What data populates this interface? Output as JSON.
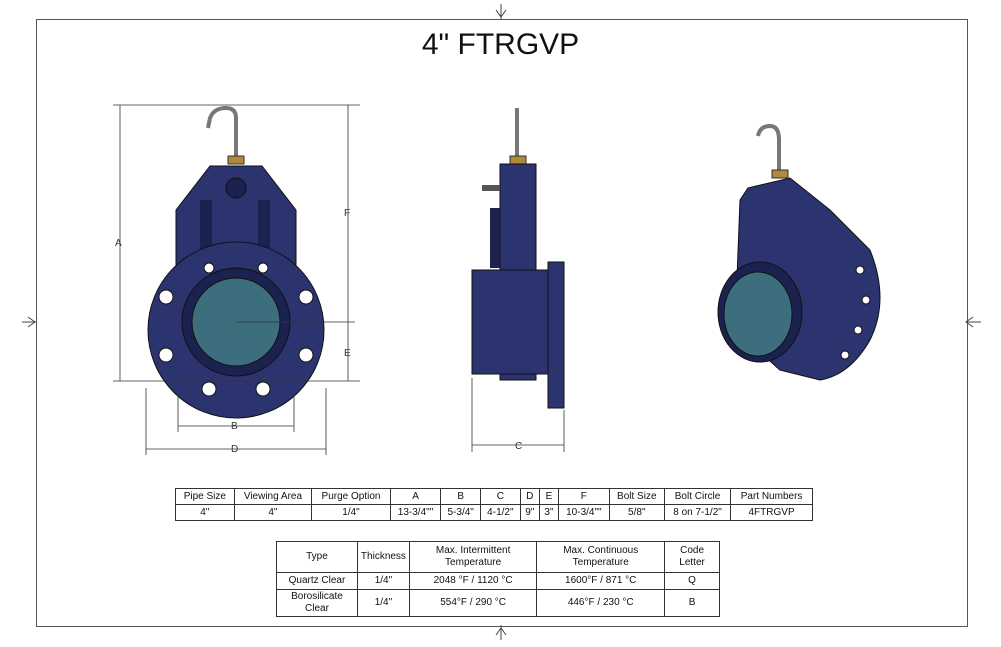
{
  "title": "4\" FTRGVP",
  "dimension_labels": {
    "A": "A",
    "B": "B",
    "C": "C",
    "D": "D",
    "E": "E",
    "F": "F"
  },
  "table1": {
    "headers": [
      "Pipe Size",
      "Viewing Area",
      "Purge Option",
      "A",
      "B",
      "C",
      "D",
      "E",
      "F",
      "Bolt Size",
      "Bolt Circle",
      "Part Numbers"
    ],
    "row": [
      "4\"",
      "4\"",
      "1/4\"",
      "13-3/4\"\"",
      "5-3/4\"",
      "4-1/2\"",
      "9\"",
      "3\"",
      "10-3/4\"\"",
      "5/8\"",
      "8 on 7-1/2\"",
      "4FTRGVP"
    ]
  },
  "table2": {
    "headers": [
      "Type",
      "Thickness",
      "Max. Intermittent Temperature",
      "Max. Continuous Temperature",
      "Code Letter"
    ],
    "rows": [
      [
        "Quartz Clear",
        "1/4\"",
        "2048 °F / 1120 °C",
        "1600°F / 871 °C",
        "Q"
      ],
      [
        "Borosilicate Clear",
        "1/4\"",
        "554°F / 290 °C",
        "446°F / 230 °C",
        "B"
      ]
    ]
  },
  "colors": {
    "body": "#2c3470",
    "body_dark": "#1c2250",
    "glass": "#3c6e7e",
    "brass": "#b08a3a",
    "steel": "#8a8a8a"
  }
}
